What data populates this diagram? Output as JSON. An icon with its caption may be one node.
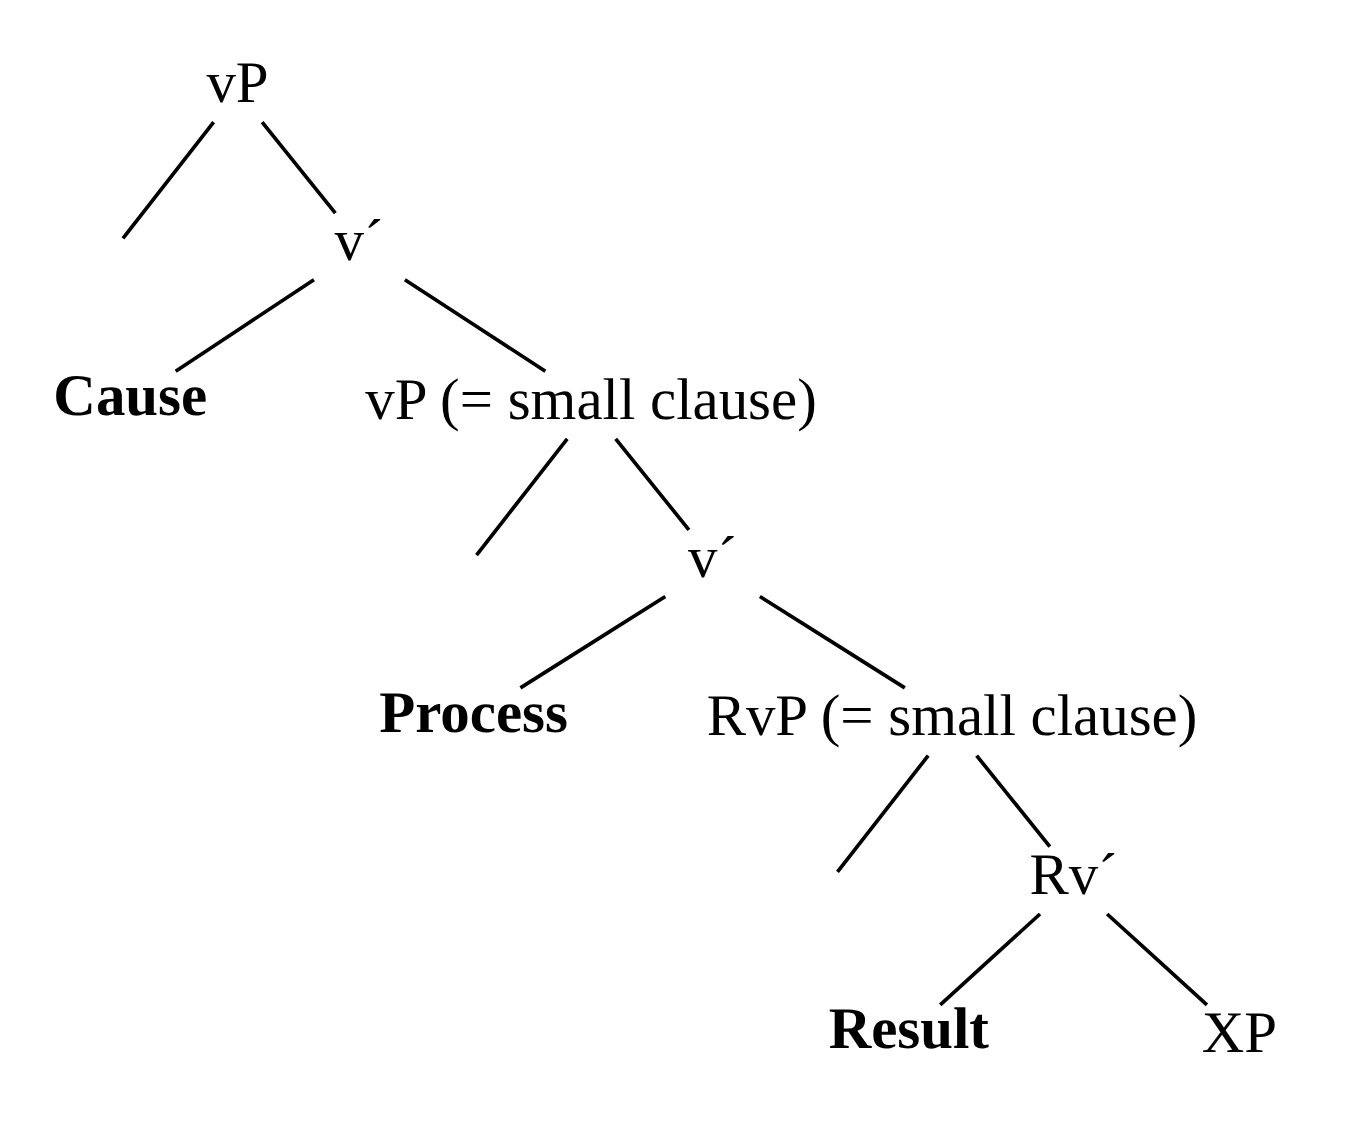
{
  "diagram": {
    "nodes": [
      {
        "text": [
          "vP"
        ]
      },
      {
        "text": [
          "v´"
        ]
      },
      {
        "text": [
          "Cause"
        ]
      },
      {
        "text": [
          "vP (= small clause)"
        ]
      },
      {
        "text": [
          "v´"
        ]
      },
      {
        "text": [
          "Process"
        ]
      },
      {
        "text": [
          "RvP (= small clause)"
        ]
      },
      {
        "text": [
          "Rv´"
        ]
      },
      {
        "text": [
          "Result"
        ]
      },
      {
        "text": [
          "XP"
        ]
      }
    ],
    "edges": [
      {
        "from": 0,
        "to": null,
        "arrow": "none"
      },
      {
        "from": 0,
        "to": 1,
        "arrow": "none"
      },
      {
        "from": 1,
        "to": 2,
        "arrow": "none"
      },
      {
        "from": 1,
        "to": 3,
        "arrow": "none"
      },
      {
        "from": 3,
        "to": null,
        "arrow": "none"
      },
      {
        "from": 3,
        "to": 4,
        "arrow": "none"
      },
      {
        "from": 4,
        "to": 5,
        "arrow": "none"
      },
      {
        "from": 4,
        "to": 6,
        "arrow": "none"
      },
      {
        "from": 6,
        "to": null,
        "arrow": "none"
      },
      {
        "from": 6,
        "to": 7,
        "arrow": "none"
      },
      {
        "from": 7,
        "to": 8,
        "arrow": "none"
      },
      {
        "from": 7,
        "to": 9,
        "arrow": "none"
      }
    ]
  }
}
